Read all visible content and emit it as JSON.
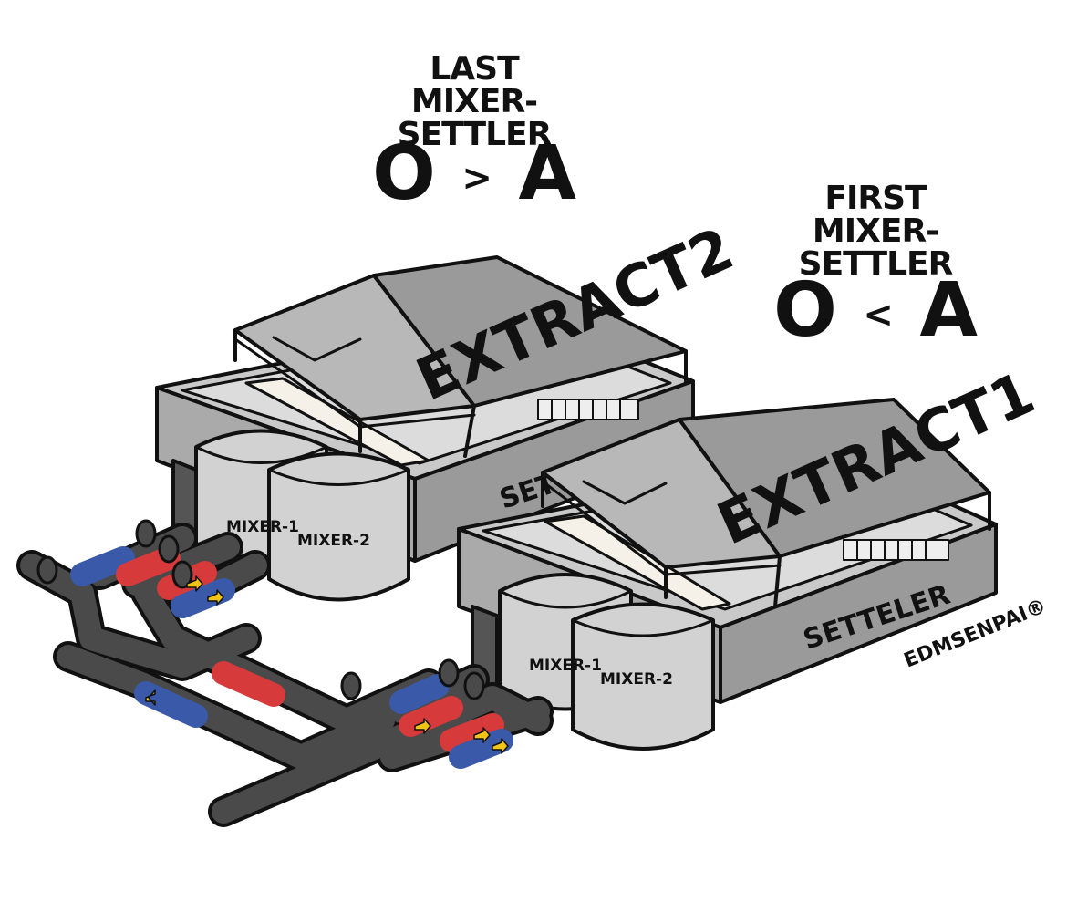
{
  "colors": {
    "roof": "#9a9a9a",
    "roof_dark": "#7d7d7d",
    "box_light": "#c9c9c9",
    "box_mid": "#aaaaaa",
    "box_dark": "#8f8f8f",
    "inner": "#dcdcdc",
    "tank": "#d2d2d2",
    "pipe": "#4a4a4a",
    "pipe_blue": "#3a59a8",
    "pipe_red": "#d63a3a",
    "arrow": "#f2c416",
    "outline": "#111111"
  },
  "last_stage": {
    "heading_line1": "LAST",
    "heading_line2": "MIXER-SETTLER",
    "ratio_left": "O",
    "ratio_op": ">",
    "ratio_right": "A",
    "roof_label": "EXTRACT2",
    "settler_label": "SETTELER",
    "mixer1_label": "MIXER-1",
    "mixer2_label": "MIXER-2"
  },
  "first_stage": {
    "heading_line1": "FIRST",
    "heading_line2": "MIXER-SETTLER",
    "ratio_left": "O",
    "ratio_op": "<",
    "ratio_right": "A",
    "roof_label": "EXTRACT1",
    "settler_label": "SETTELER",
    "mixer1_label": "MIXER-1",
    "mixer2_label": "MIXER-2"
  },
  "watermark": "EDMSENPAI®"
}
